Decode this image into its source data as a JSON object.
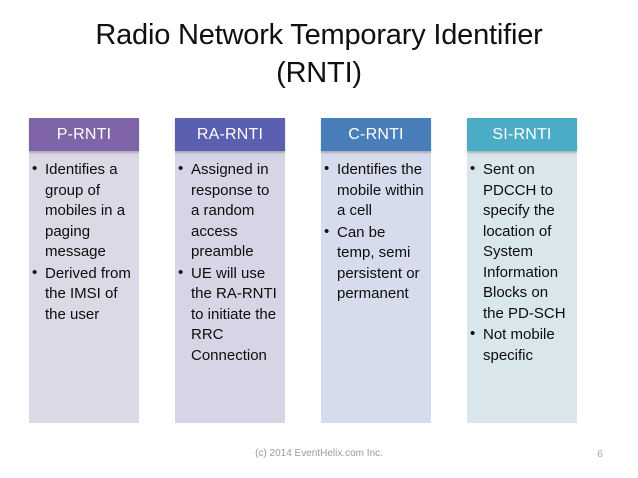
{
  "slide": {
    "title_line1": "Radio Network Temporary Identifier",
    "title_line2": "(RNTI)",
    "background_color": "#ffffff"
  },
  "columns": [
    {
      "header_label": "P-RNTI",
      "header_color": "#8064a8",
      "body_color": "#dcd8e6",
      "bullets": [
        "Identifies a group of mobiles in a paging message",
        "Derived from the IMSI of the user"
      ]
    },
    {
      "header_label": "RA-RNTI",
      "header_color": "#5b5fb0",
      "body_color": "#d6d5e5",
      "bullets": [
        "Assigned in response to a random access preamble",
        "UE will use the RA-RNTI to initiate the RRC Connection"
      ]
    },
    {
      "header_label": "C-RNTI",
      "header_color": "#4a7ebb",
      "body_color": "#d7dcec",
      "bullets": [
        "Identifies the  mobile within a cell",
        "Can be temp, semi persistent or permanent"
      ]
    },
    {
      "header_label": "SI-RNTI",
      "header_color": "#4bacc6",
      "body_color": "#d9e6ec",
      "bullets": [
        "Sent on PDCCH to specify the location of System Information Blocks on the PD-SCH",
        "Not mobile specific"
      ]
    }
  ],
  "footer": {
    "copyright": "(c) 2014 EventHelix.com Inc.",
    "page_number": "6"
  }
}
